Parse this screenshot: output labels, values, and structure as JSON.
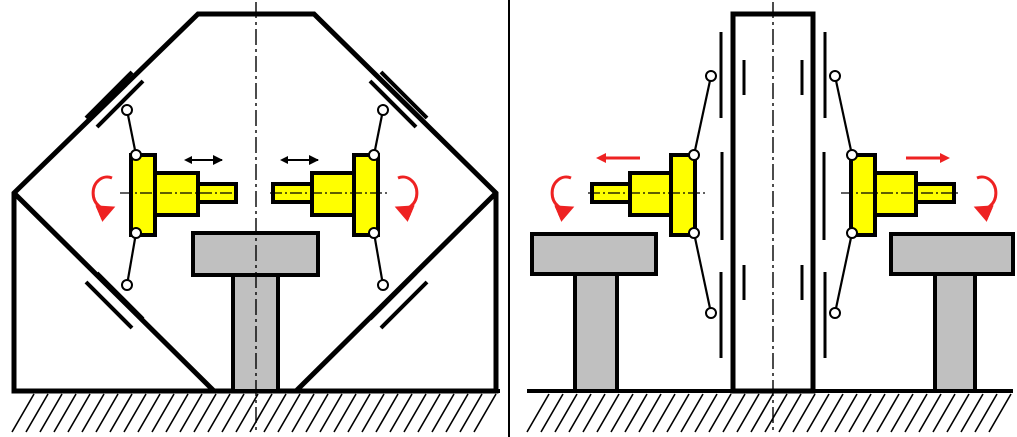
{
  "colors": {
    "line": "#000000",
    "background": "#ffffff",
    "support_fill": "#c0c0c0",
    "spindle_fill": "#ffff00",
    "rotation_arrow": "#ee2222",
    "feed_arrow_left_view": "#000000",
    "feed_arrow_right_view": "#ee2222"
  },
  "panels": [
    {
      "id": "left-view",
      "workpiece_shape": "octagonal-frame",
      "supports": 1,
      "spindle_heads": 2
    },
    {
      "id": "right-view",
      "workpiece_shape": "tall-column-disc",
      "supports": 2,
      "spindle_heads": 2
    }
  ]
}
